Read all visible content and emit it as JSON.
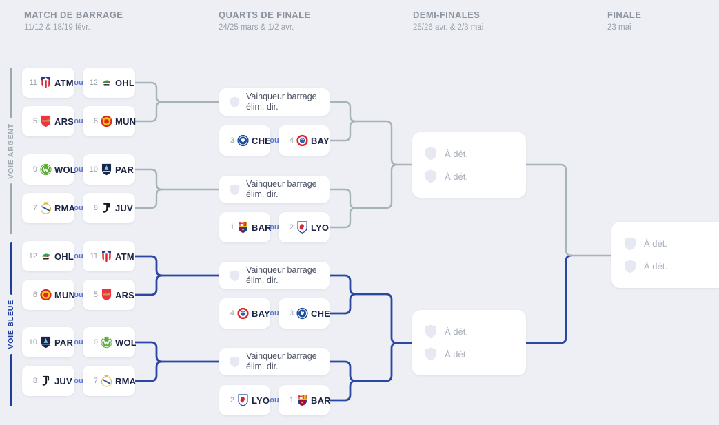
{
  "columns": [
    {
      "title": "MATCH DE BARRAGE",
      "dates": "11/12 & 18/19 févr."
    },
    {
      "title": "QUARTS DE FINALE",
      "dates": "24/25 mars & 1/2 avr."
    },
    {
      "title": "DEMI-FINALES",
      "dates": "25/26 avr. & 2/3 mai"
    },
    {
      "title": "FINALE",
      "dates": "23 mai"
    }
  ],
  "rails": [
    {
      "id": "argent",
      "label": "VOIE ARGENT"
    },
    {
      "id": "bleue",
      "label": "VOIE BLEUE"
    }
  ],
  "labels": {
    "ou": "ou",
    "winner_line1": "Vainqueur barrage",
    "winner_line2": "élim. dir.",
    "tbd": "À dét."
  },
  "colors": {
    "background": "#edeff4",
    "card": "#ffffff",
    "silver_line": "#a6b4b9",
    "blue_line": "#2a47a4",
    "rail_silver": "#9daab1",
    "rail_blue": "#1e3f9d",
    "header_title": "#8c939e",
    "header_sub": "#9aa2ac",
    "seed": "#98a0ac",
    "code": "#1d2342",
    "ou": "#5b76d9",
    "tbd_text": "#a9afbb",
    "winner_text": "#4b5266",
    "shield_placeholder": "#e6e9f1"
  },
  "teams": {
    "ATM": {
      "code": "ATM",
      "logo": "atletico-madrid-crest",
      "colors": [
        "#ffffff",
        "#e0262d",
        "#223a8f"
      ]
    },
    "OHL": {
      "code": "OHL",
      "logo": "oh-leuven-crest",
      "colors": [
        "#ffffff",
        "#2f9e41",
        "#d2232a",
        "#24242c"
      ]
    },
    "ARS": {
      "code": "ARS",
      "logo": "arsenal-crest",
      "colors": [
        "#ef3340",
        "#c2a24a"
      ]
    },
    "MUN": {
      "code": "MUN",
      "logo": "manchester-united-crest",
      "colors": [
        "#da291c",
        "#fbc21e"
      ]
    },
    "WOL": {
      "code": "WOL",
      "logo": "wolfsburg-crest",
      "colors": [
        "#59ad33",
        "#ffffff"
      ]
    },
    "PAR": {
      "code": "PAR",
      "logo": "paris-fc-crest",
      "colors": [
        "#18264a",
        "#7fc6e3",
        "#ffffff"
      ]
    },
    "RMA": {
      "code": "RMA",
      "logo": "real-madrid-crest",
      "colors": [
        "#ffffff",
        "#e0b64a",
        "#2a52a0"
      ]
    },
    "JUV": {
      "code": "JUV",
      "logo": "juventus-crest",
      "colors": [
        "#17181c"
      ]
    },
    "CHE": {
      "code": "CHE",
      "logo": "chelsea-crest",
      "colors": [
        "#1d4f9e",
        "#ffffff"
      ]
    },
    "BAY": {
      "code": "BAY",
      "logo": "bayern-munich-crest",
      "colors": [
        "#dc2228",
        "#ffffff",
        "#2a62b0"
      ]
    },
    "BAR": {
      "code": "BAR",
      "logo": "barcelona-crest",
      "colors": [
        "#a50044",
        "#1a4a8c",
        "#e8b820",
        "#d92332"
      ]
    },
    "LYO": {
      "code": "LYO",
      "logo": "lyon-crest",
      "colors": [
        "#ffffff",
        "#d8232e",
        "#1e3f9d"
      ]
    }
  },
  "playoffs": [
    {
      "left": {
        "seed": "11",
        "team": "ATM"
      },
      "right": {
        "seed": "12",
        "team": "OHL"
      }
    },
    {
      "left": {
        "seed": "5",
        "team": "ARS"
      },
      "right": {
        "seed": "6",
        "team": "MUN"
      }
    },
    {
      "left": {
        "seed": "9",
        "team": "WOL"
      },
      "right": {
        "seed": "10",
        "team": "PAR"
      }
    },
    {
      "left": {
        "seed": "7",
        "team": "RMA"
      },
      "right": {
        "seed": "8",
        "team": "JUV"
      }
    },
    {
      "left": {
        "seed": "12",
        "team": "OHL"
      },
      "right": {
        "seed": "11",
        "team": "ATM"
      }
    },
    {
      "left": {
        "seed": "6",
        "team": "MUN"
      },
      "right": {
        "seed": "5",
        "team": "ARS"
      }
    },
    {
      "left": {
        "seed": "10",
        "team": "PAR"
      },
      "right": {
        "seed": "9",
        "team": "WOL"
      }
    },
    {
      "left": {
        "seed": "8",
        "team": "JUV"
      },
      "right": {
        "seed": "7",
        "team": "RMA"
      }
    }
  ],
  "quarterfinals": [
    {
      "left": {
        "seed": "3",
        "team": "CHE"
      },
      "right": {
        "seed": "4",
        "team": "BAY"
      }
    },
    {
      "left": {
        "seed": "1",
        "team": "BAR"
      },
      "right": {
        "seed": "2",
        "team": "LYO"
      }
    },
    {
      "left": {
        "seed": "4",
        "team": "BAY"
      },
      "right": {
        "seed": "3",
        "team": "CHE"
      }
    },
    {
      "left": {
        "seed": "2",
        "team": "LYO"
      },
      "right": {
        "seed": "1",
        "team": "BAR"
      }
    }
  ],
  "quarterfinal_placeholders": 4,
  "semifinals": [
    {
      "slots": 2
    },
    {
      "slots": 2
    }
  ],
  "final": {
    "slots": 2
  }
}
